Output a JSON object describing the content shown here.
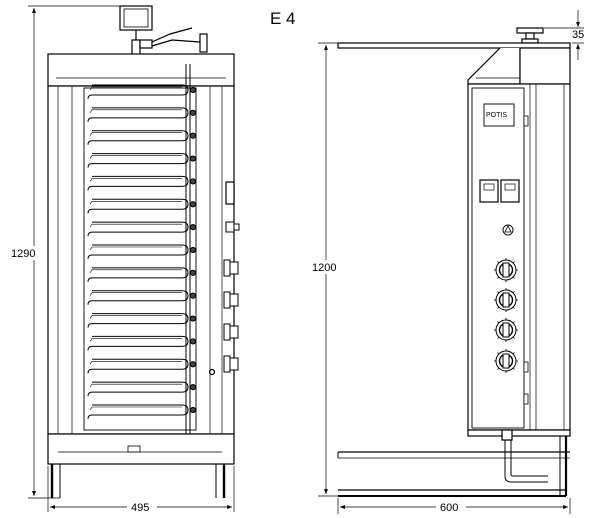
{
  "title": "E 4",
  "brand_logo": "POTIS",
  "dimensions": {
    "front_height": "1290",
    "front_width": "495",
    "side_height": "1200",
    "side_depth": "600",
    "top_clearance": "35"
  },
  "views": {
    "front": {
      "burner_rows": 15,
      "control_knobs": 4
    },
    "side": {
      "socket_count": 2,
      "control_knobs": 4
    }
  }
}
